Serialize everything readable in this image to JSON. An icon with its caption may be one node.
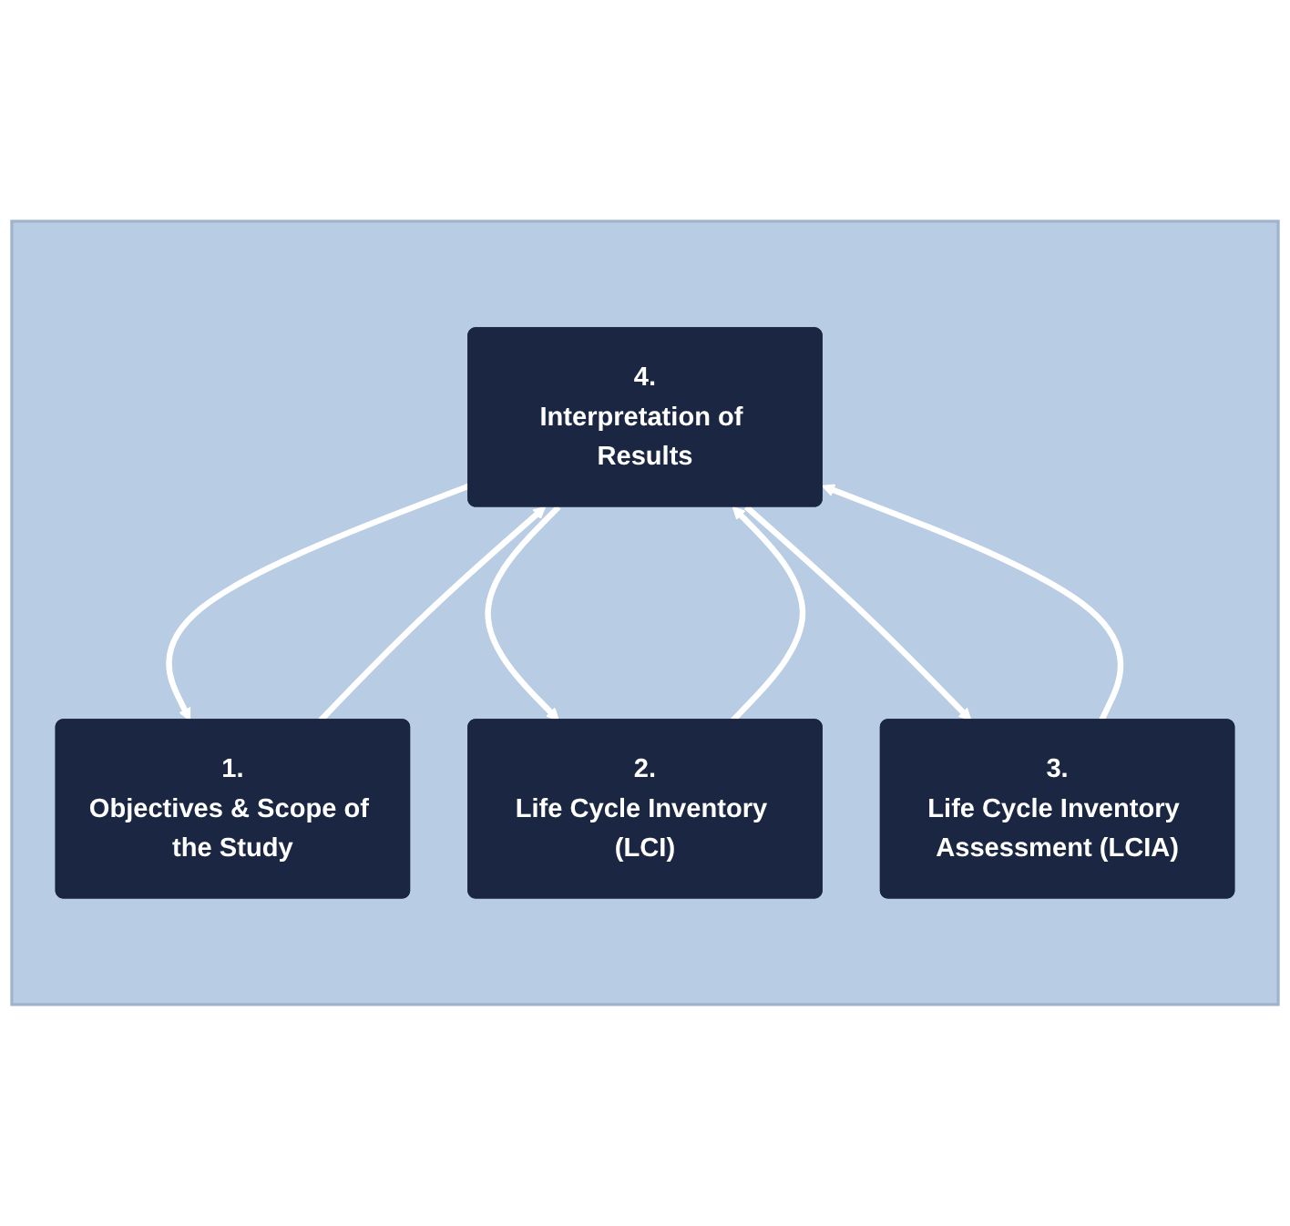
{
  "diagram": {
    "nodes": [
      {
        "text": [],
        "shape": "box"
      },
      {
        "text": [
          "1.",
          "Objectives & Scope of the Study"
        ],
        "in": 0
      },
      {
        "text": [
          "2.",
          "Life Cycle Inventory (LCI)"
        ],
        "in": 0
      },
      {
        "text": [
          "3.",
          "Life Cycle Inventory Assessment (LCIA)"
        ],
        "in": 0
      },
      {
        "text": [
          "4.",
          "Interpretation of Results"
        ],
        "in": 0
      }
    ],
    "edges": [
      {
        "from": 1,
        "to": 4,
        "arrow": "to"
      },
      {
        "from": 4,
        "to": 1,
        "arrow": "to"
      },
      {
        "from": 2,
        "to": 4,
        "arrow": "to"
      },
      {
        "from": 4,
        "to": 2,
        "arrow": "to"
      },
      {
        "from": 3,
        "to": 4,
        "arrow": "to"
      },
      {
        "from": 4,
        "to": 3,
        "arrow": "to"
      }
    ]
  }
}
